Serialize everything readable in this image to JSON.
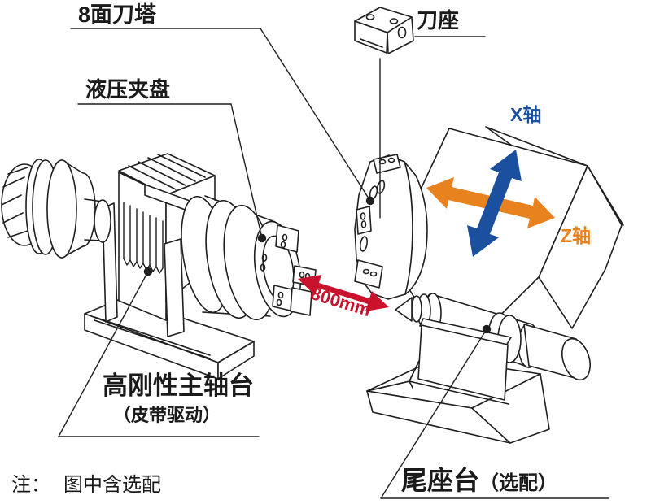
{
  "diagram": {
    "labels": {
      "turret": "8面刀塔",
      "tool_holder": "刀座",
      "chuck": "液压夹盘",
      "x_axis": "X轴",
      "z_axis": "Z轴",
      "distance": "800mm",
      "spindle": "高刚性主轴台",
      "spindle_sub": "（皮带驱动）",
      "tailstock": "尾座台",
      "tailstock_sub": "（选配）",
      "note_prefix": "注：",
      "note_text": "图中含选配"
    },
    "colors": {
      "x_axis_blue": "#1b509f",
      "z_axis_orange": "#e8821e",
      "distance_red": "#c9122b",
      "line_color": "#1f1f1f"
    }
  }
}
